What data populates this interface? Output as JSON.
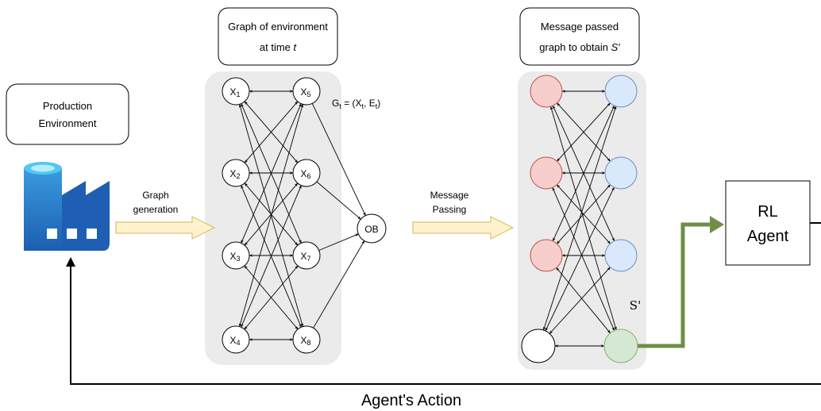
{
  "boxes": {
    "production_line1": "Production",
    "production_line2": "Environment",
    "graph_title_line1": "Graph of environment",
    "graph_title_line2": "at time ",
    "graph_title_var": "t",
    "mp_title_line1": "Message passed",
    "mp_title_line2": "graph to obtain ",
    "mp_title_var": "S′",
    "rl_line1": "RL",
    "rl_line2": "Agent"
  },
  "arrows": {
    "graph_gen_line1": "Graph",
    "graph_gen_line2": "generation",
    "message_passing_line1": "Message",
    "message_passing_line2": "Passing",
    "agent_action": "Agent's Action"
  },
  "graph": {
    "equation": "G",
    "equation_sub": "t",
    "equation_mid": " = (X",
    "equation_sub2": "t",
    "equation_comma": ", E",
    "equation_sub3": "t",
    "equation_end": ")",
    "left_nodes": [
      {
        "letter": "X",
        "index": "1"
      },
      {
        "letter": "X",
        "index": "2"
      },
      {
        "letter": "X",
        "index": "3"
      },
      {
        "letter": "X",
        "index": "4"
      }
    ],
    "right_nodes": [
      {
        "letter": "X",
        "index": "5"
      },
      {
        "letter": "X",
        "index": "6"
      },
      {
        "letter": "X",
        "index": "7"
      },
      {
        "letter": "X",
        "index": "8"
      }
    ],
    "output_node": "OB"
  },
  "message_passed": {
    "s_prime_label": "S'",
    "left_colors": [
      "#f8cecc",
      "#f8cecc",
      "#f8cecc",
      "#ffffff"
    ],
    "right_colors": [
      "#dae8fc",
      "#dae8fc",
      "#dae8fc",
      "#d5e8d4"
    ]
  },
  "colors": {
    "panel": "#ebebeb",
    "hollow_arrow_fill": "#fff2cc",
    "hollow_arrow_stroke": "#d6b656",
    "green_arrow": "#6d8f47",
    "factory_blue": "#1e5fb4",
    "factory_cyan": "#50c8f0"
  }
}
